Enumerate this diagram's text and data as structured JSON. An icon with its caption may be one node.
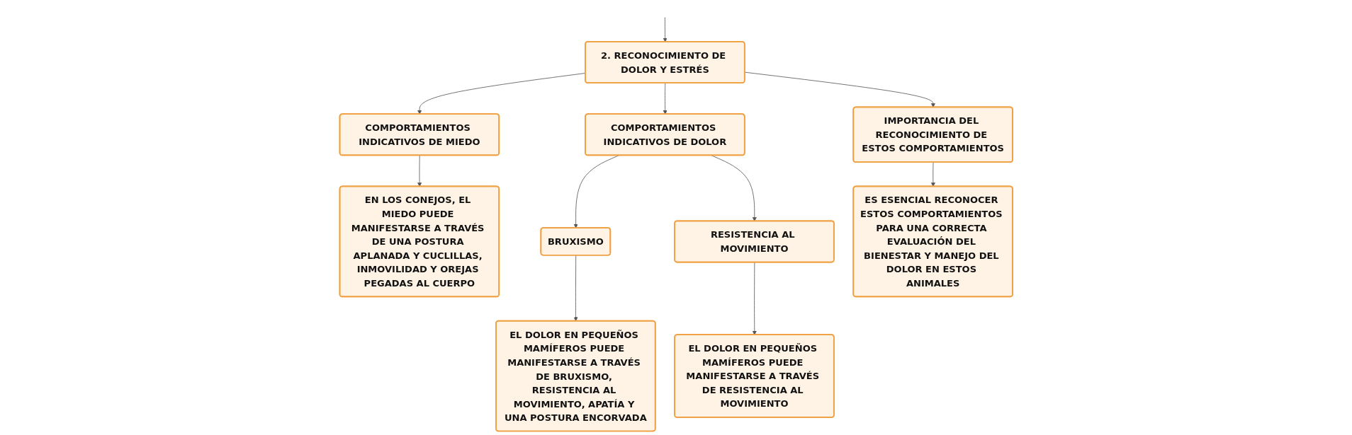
{
  "diagram": {
    "nodes": [
      {
        "text": [
          "2. RECONOCIMIENTO DE DOLOR Y ESTRÉS"
        ]
      },
      {
        "text": [
          "COMPORTAMIENTOS INDICATIVOS DE MIEDO"
        ]
      },
      {
        "text": [
          "COMPORTAMIENTOS INDICATIVOS DE DOLOR"
        ]
      },
      {
        "text": [
          "IMPORTANCIA DEL RECONOCIMIENTO DE ESTOS COMPORTAMIENTOS"
        ]
      },
      {
        "text": [
          "EN LOS CONEJOS, EL MIEDO PUEDE MANIFESTARSE A TRAVÉS DE UNA POSTURA APLANADA Y CUCLILLAS, INMOVILIDAD Y OREJAS PEGADAS AL CUERPO"
        ]
      },
      {
        "text": [
          "BRUXISMO"
        ]
      },
      {
        "text": [
          "RESISTENCIA AL MOVIMIENTO"
        ]
      },
      {
        "text": [
          "EL DOLOR EN PEQUEÑOS MAMÍFEROS PUEDE MANIFESTARSE A TRAVÉS DE BRUXISMO, RESISTENCIA AL MOVIMIENTO, APATÍA Y UNA POSTURA ENCORVADA"
        ]
      },
      {
        "text": [
          "EL DOLOR EN PEQUEÑOS MAMÍFEROS PUEDE MANIFESTARSE A TRAVÉS DE RESISTENCIA AL MOVIMIENTO"
        ]
      },
      {
        "text": [
          "ES ESENCIAL RECONOCER ESTOS COMPORTAMIENTOS PARA UNA CORRECTA EVALUACIÓN DEL BIENESTAR Y MANEJO DEL DOLOR EN ESTOS ANIMALES"
        ]
      }
    ],
    "edges": [
      {
        "from": null,
        "to": 0,
        "arrow": "to"
      },
      {
        "from": 0,
        "to": 1,
        "arrow": "to"
      },
      {
        "from": 0,
        "to": 2,
        "arrow": "to"
      },
      {
        "from": 0,
        "to": 3,
        "arrow": "to"
      },
      {
        "from": 1,
        "to": 4,
        "arrow": "to"
      },
      {
        "from": 2,
        "to": 5,
        "arrow": "to"
      },
      {
        "from": 2,
        "to": 6,
        "arrow": "to"
      },
      {
        "from": 5,
        "to": 7,
        "arrow": "to"
      },
      {
        "from": 6,
        "to": 8,
        "arrow": "to"
      },
      {
        "from": 3,
        "to": 9,
        "arrow": "to"
      }
    ]
  }
}
